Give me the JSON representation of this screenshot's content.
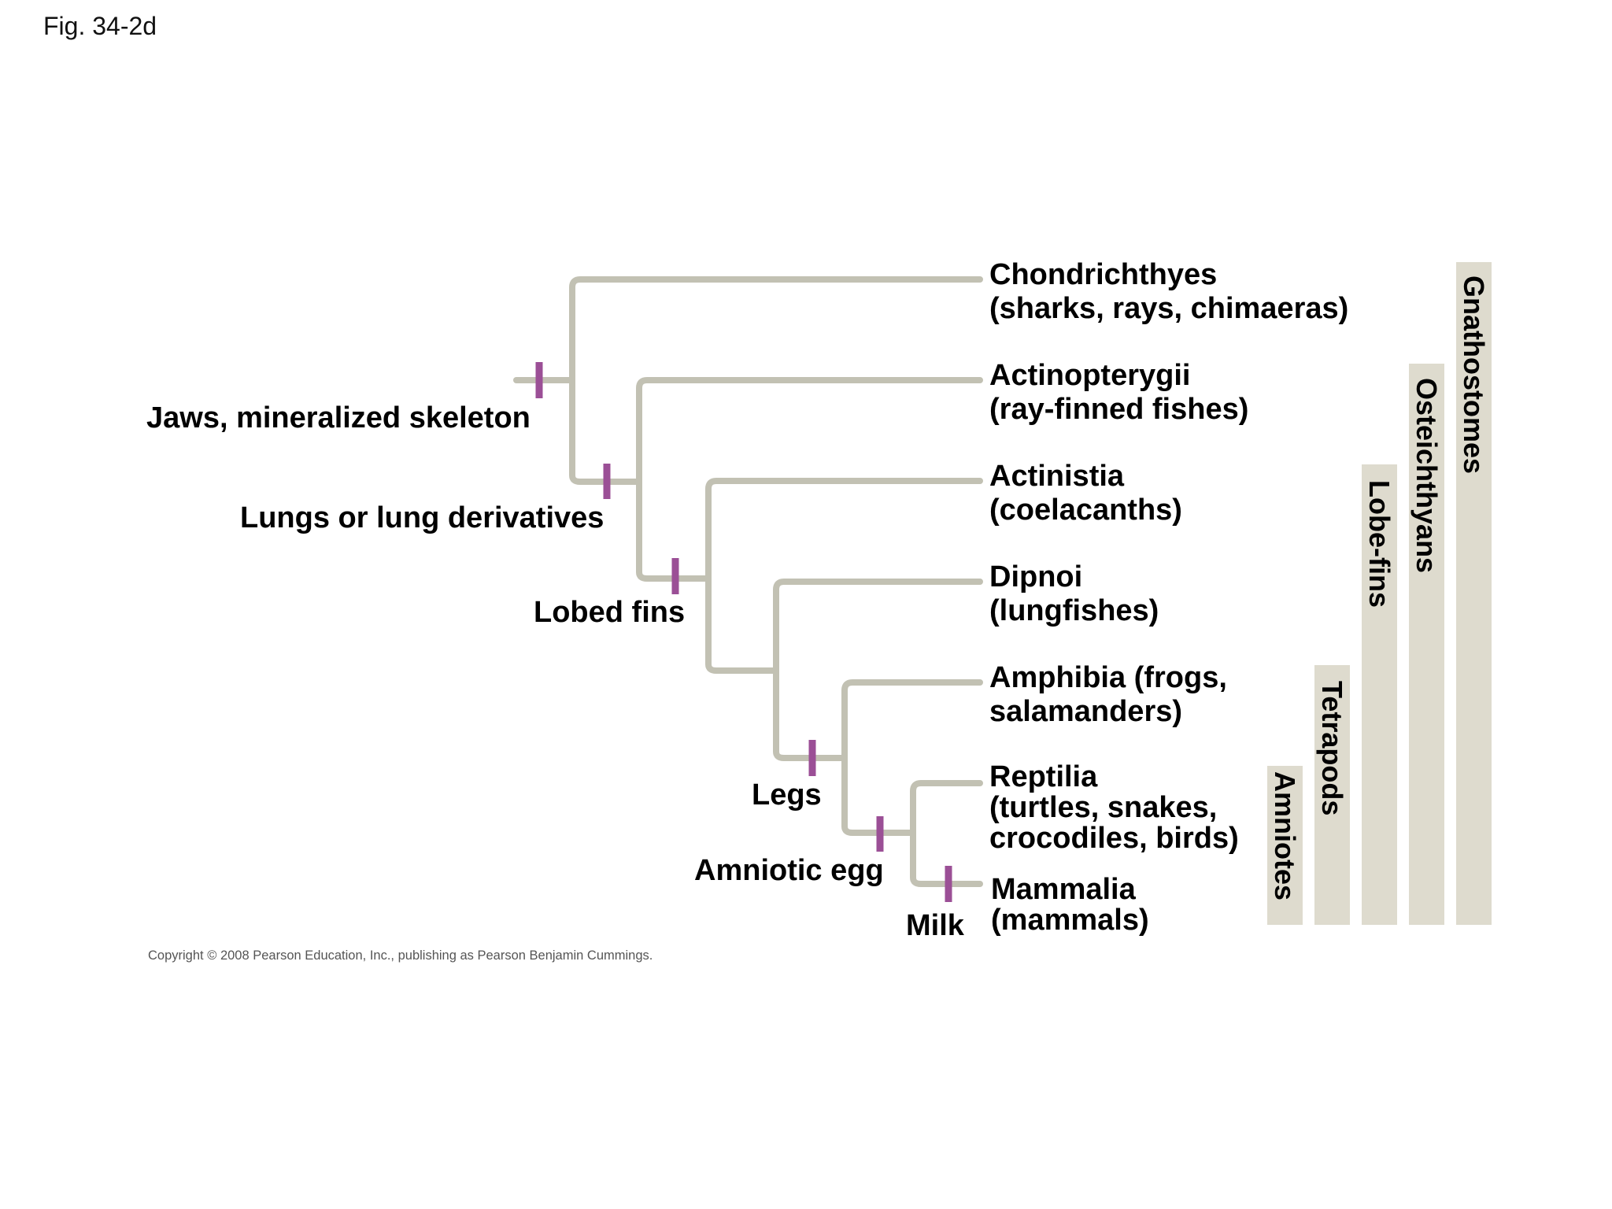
{
  "figure_label": "Fig. 34-2d",
  "taxa": [
    {
      "line1": "Chondrichthyes",
      "line2": "(sharks, rays, chimaeras)"
    },
    {
      "line1": "Actinopterygii",
      "line2": "(ray-finned fishes)"
    },
    {
      "line1": "Actinistia",
      "line2": "(coelacanths)"
    },
    {
      "line1": "Dipnoi",
      "line2": "(lungfishes)"
    },
    {
      "line1": "Amphibia (frogs,",
      "line2": "salamanders)"
    },
    {
      "line1": "Reptilia",
      "line2": "(turtles, snakes,",
      "line3": "crocodiles, birds)"
    },
    {
      "line1": "Mammalia",
      "line2": "(mammals)"
    }
  ],
  "traits": {
    "jaws": "Jaws, mineralized skeleton",
    "lungs": "Lungs or lung derivatives",
    "lobed_fins": "Lobed fins",
    "legs": "Legs",
    "amniotic_egg": "Amniotic egg",
    "milk": "Milk"
  },
  "groups": {
    "gnathostomes": "Gnathostomes",
    "osteichthyans": "Osteichthyans",
    "lobe_fins": "Lobe-fins",
    "tetrapods": "Tetrapods",
    "amniotes": "Amniotes"
  },
  "copyright": "Copyright © 2008 Pearson Education, Inc., publishing as Pearson Benjamin Cummings.",
  "colors": {
    "branch": "#c2c1b3",
    "trait_tick": "#9b4f96",
    "group_bar": "#dedbce"
  }
}
